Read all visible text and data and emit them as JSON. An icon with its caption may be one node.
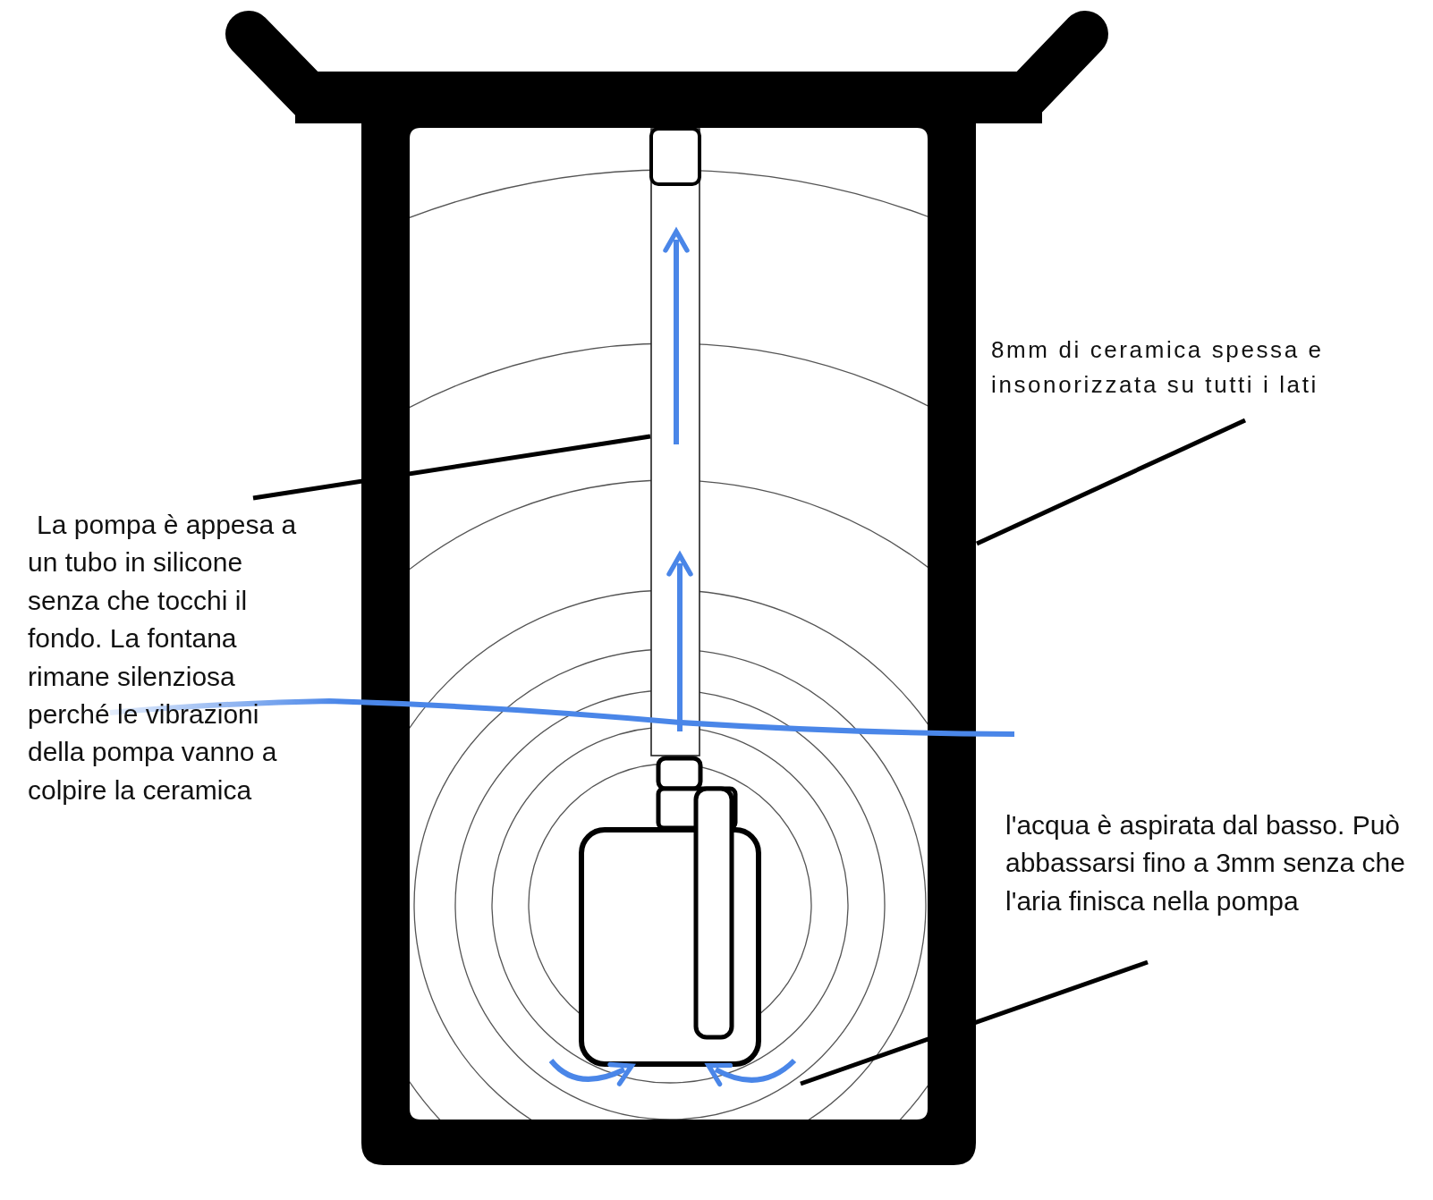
{
  "diagram": {
    "nodes": [
      {
        "text": [
          "La pompa è appesa a un tubo in silicone senza che tocchi il fondo. La fontana rimane silenziosa perché le vibrazioni della pompa vanno a colpire la ceramica"
        ]
      },
      {
        "text": [
          "8mm di ceramica spessa e insonorizzata su tutti i lati"
        ]
      },
      {
        "text": [
          "l'acqua è aspirata dal basso. Può abbassarsi fino a 3mm senza che l'aria finisca nella pompa"
        ]
      },
      {
        "text": [],
        "shape": "picture"
      },
      {
        "text": [],
        "shape": "picture",
        "in": 3
      },
      {
        "text": [],
        "shape": "picture",
        "in": 3
      }
    ],
    "edges": [
      {
        "from": 0,
        "to": 4,
        "arrow": "none"
      },
      {
        "from": 1,
        "to": 3,
        "arrow": "none"
      },
      {
        "from": 2,
        "to": 5,
        "arrow": "none"
      }
    ]
  }
}
